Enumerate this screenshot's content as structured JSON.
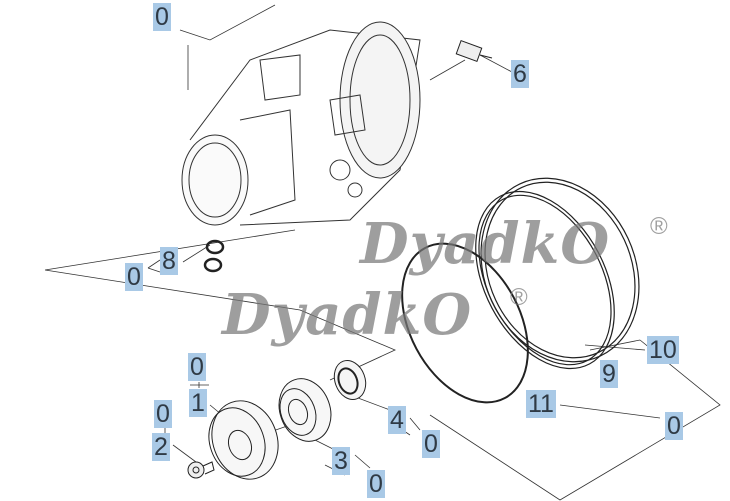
{
  "watermark": {
    "text": "DyadkO",
    "registered": "®"
  },
  "callouts": {
    "housing_group": "0",
    "part_6": "6",
    "part_8": "8",
    "group_8": "0",
    "part_10": "10",
    "part_9": "9",
    "part_11": "11",
    "group_ring": "0",
    "group_1": "0",
    "part_1": "1",
    "group_2": "0",
    "part_2": "2",
    "part_4": "4",
    "group_4": "0",
    "part_3": "3",
    "group_3": "0"
  }
}
